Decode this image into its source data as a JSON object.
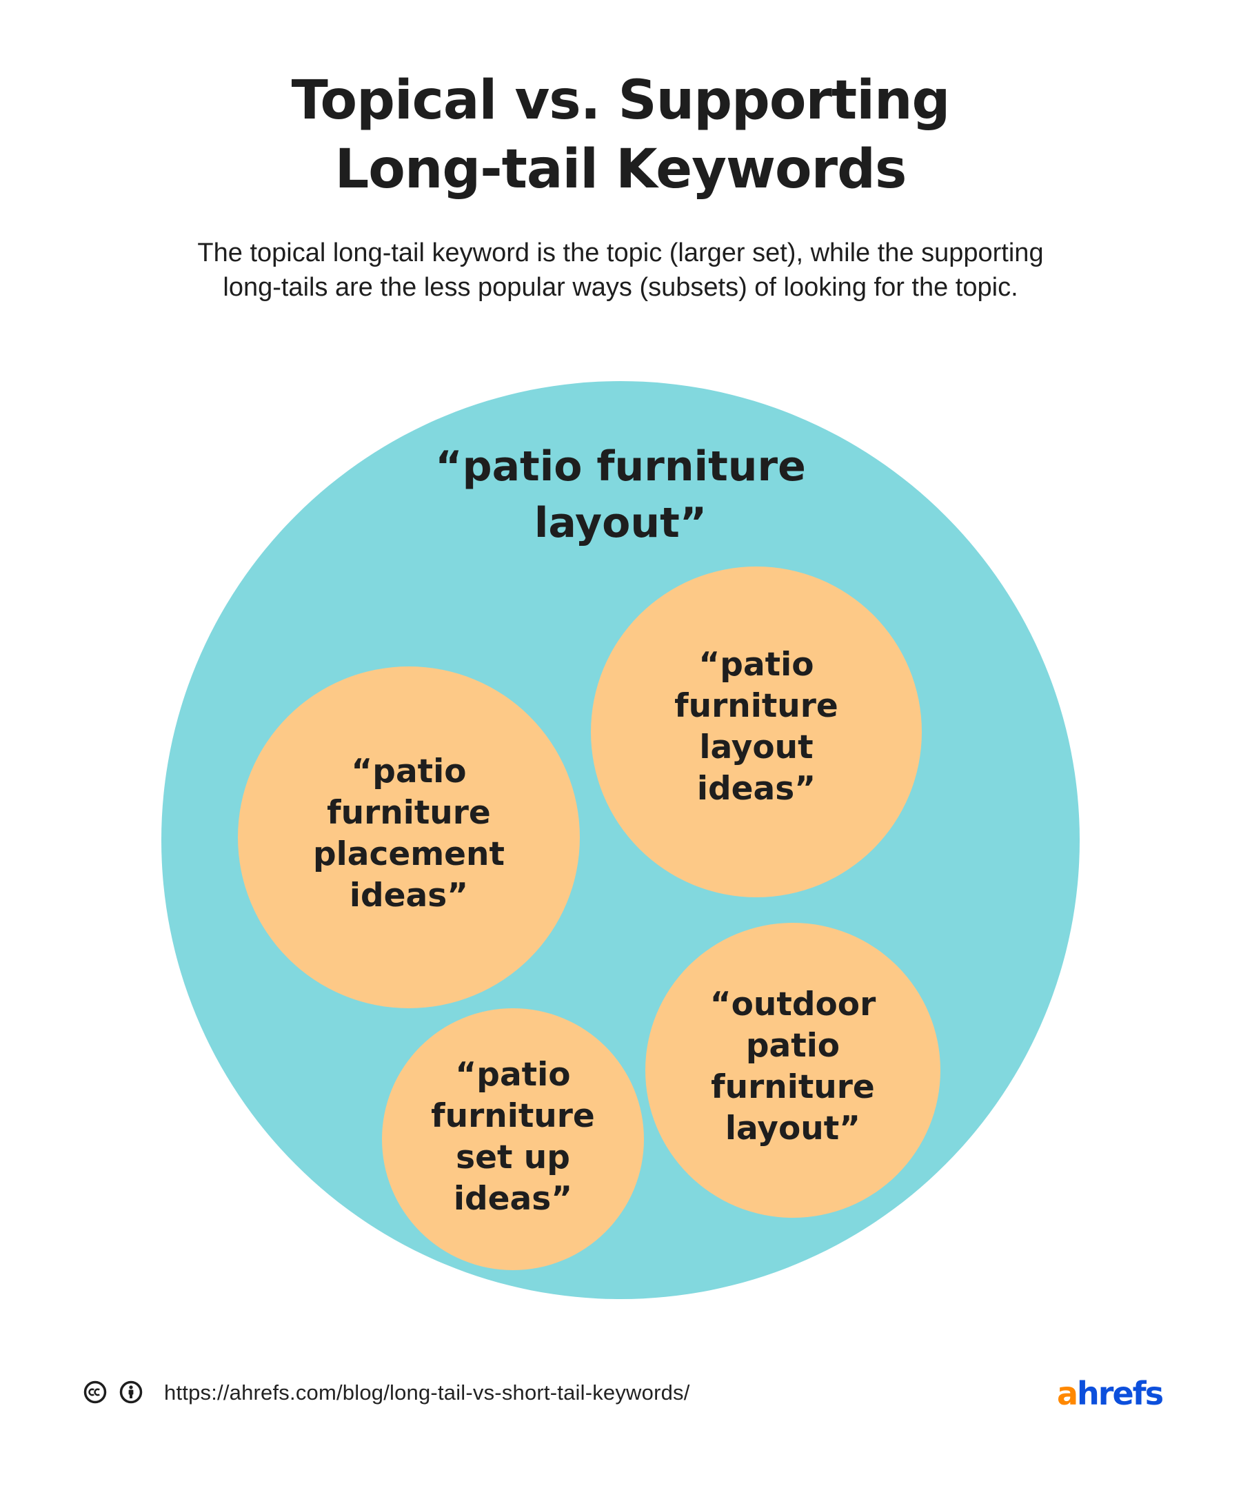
{
  "header": {
    "title_lines": [
      "Topical vs. Supporting",
      "Long-tail Keywords"
    ],
    "subtitle_lines": [
      "The topical long-tail keyword is the topic (larger set), while the supporting",
      "long-tails are the less popular ways (subsets) of looking for the topic."
    ]
  },
  "diagram": {
    "topical_keyword": {
      "label_lines": [
        "“patio furniture",
        "layout”"
      ],
      "color": "#82d8de"
    },
    "supporting_keywords": [
      {
        "label_lines": [
          "“patio",
          "furniture",
          "layout",
          "ideas”"
        ],
        "color": "#fdc987"
      },
      {
        "label_lines": [
          "“patio",
          "furniture",
          "placement",
          "ideas”"
        ],
        "color": "#fdc987"
      },
      {
        "label_lines": [
          "“patio",
          "furniture",
          "set up",
          "ideas”"
        ],
        "color": "#fdc987"
      },
      {
        "label_lines": [
          "“outdoor",
          "patio",
          "furniture",
          "layout”"
        ],
        "color": "#fdc987"
      }
    ]
  },
  "footer": {
    "license_icons": [
      "creative-commons-icon",
      "attribution-icon"
    ],
    "source_url": "https://ahrefs.com/blog/long-tail-vs-short-tail-keywords/",
    "brand": {
      "accent_letter": "a",
      "rest": "hrefs",
      "accent_color": "#ff8800",
      "brand_color": "#0c4fdc"
    }
  }
}
